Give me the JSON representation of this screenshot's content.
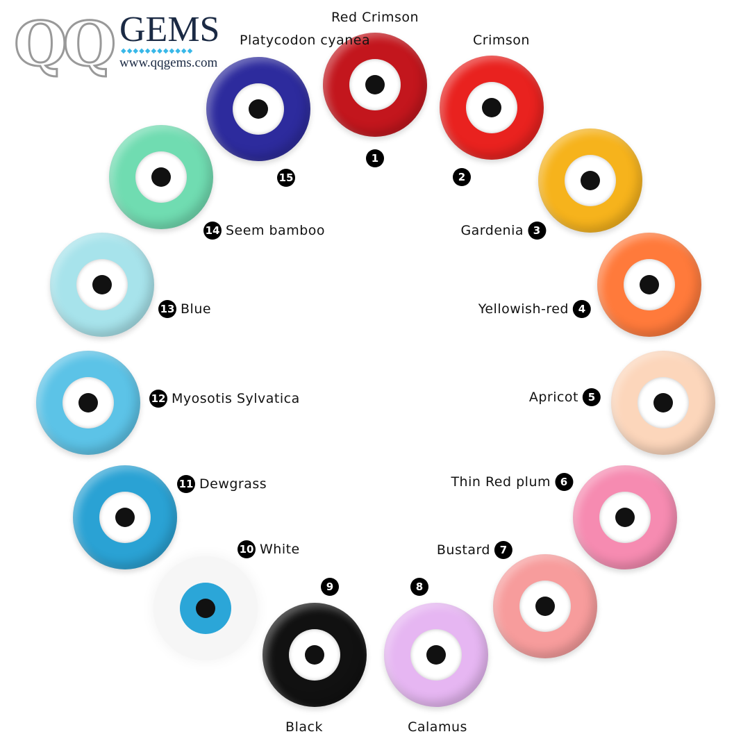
{
  "logo": {
    "mark": "QQ",
    "brand": "GEMS",
    "diamonds": "◆◆◆◆◆◆◆◆◆◆◆◆",
    "url": "www.qqgems.com"
  },
  "beads": [
    {
      "n": "1",
      "name": "Red Crimson",
      "color": "#c3161d"
    },
    {
      "n": "2",
      "name": "Crimson",
      "color": "#e9221f"
    },
    {
      "n": "3",
      "name": "Gardenia",
      "color": "#f6b31c"
    },
    {
      "n": "4",
      "name": "Yellowish-red",
      "color": "#ff7a3b"
    },
    {
      "n": "5",
      "name": "Apricot",
      "color": "#fcd6bb"
    },
    {
      "n": "6",
      "name": "Thin Red plum",
      "color": "#f68bb1"
    },
    {
      "n": "7",
      "name": "Bustard",
      "color": "#f79c9c"
    },
    {
      "n": "8",
      "name": "Calamus",
      "color": "#e6b6f2"
    },
    {
      "n": "9",
      "name": "Black",
      "color": "#111111"
    },
    {
      "n": "10",
      "name": "White",
      "color": "#f6f6f6",
      "eye": "#2ba6d8"
    },
    {
      "n": "11",
      "name": "Dewgrass",
      "color": "#2aa2d4"
    },
    {
      "n": "12",
      "name": "Myosotis Sylvatica",
      "color": "#5cc3e7"
    },
    {
      "n": "13",
      "name": "Blue",
      "color": "#a7e3eb"
    },
    {
      "n": "14",
      "name": "Seem bamboo",
      "color": "#70dcb1"
    },
    {
      "n": "15",
      "name": "Platycodon cyanea",
      "color": "#2d2b9d"
    }
  ]
}
